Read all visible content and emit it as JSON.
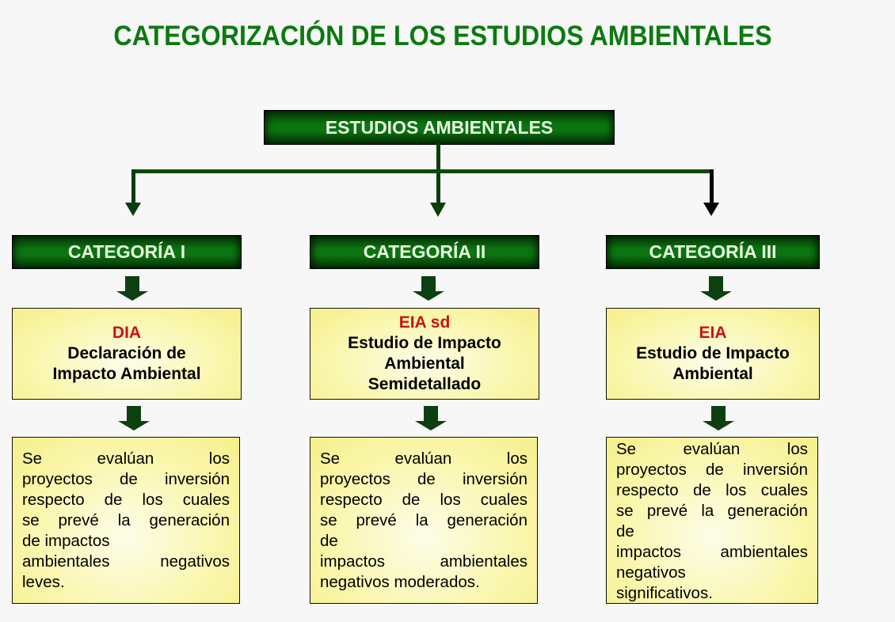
{
  "title": "CATEGORIZACIÓN DE LOS ESTUDIOS AMBIENTALES",
  "root": {
    "label": "ESTUDIOS AMBIENTALES"
  },
  "colors": {
    "title_green": "#0b7a10",
    "box_green": "#0b7410",
    "box_yellow": "#faf7b0",
    "abbr_red": "#d01010",
    "connector": "#0a3d0a",
    "background": "#f7f7f7"
  },
  "categories": [
    {
      "label": "CATEGORÍA I",
      "document": {
        "abbr": "DIA",
        "name_lines": [
          "Declaración de",
          "Impacto Ambiental"
        ]
      },
      "description_lines": [
        {
          "words": [
            "Se",
            "evalúan",
            "los"
          ],
          "justify": true
        },
        {
          "words": [
            "proyectos",
            "de",
            "inversión"
          ],
          "justify": true
        },
        {
          "words": [
            "respecto",
            "de",
            "los",
            "cuales"
          ],
          "justify": true
        },
        {
          "words": [
            "se",
            "prevé",
            "la",
            "generación"
          ],
          "justify": true
        },
        {
          "words": [
            "de impactos"
          ],
          "justify": false
        },
        {
          "words": [
            "ambientales",
            "negativos"
          ],
          "justify": true
        },
        {
          "words": [
            "leves."
          ],
          "justify": false
        }
      ]
    },
    {
      "label": "CATEGORÍA II",
      "document": {
        "abbr": "EIA sd",
        "name_lines": [
          "Estudio de Impacto",
          "Ambiental",
          "Semidetallado"
        ]
      },
      "description_lines": [
        {
          "words": [
            "Se",
            "evalúan",
            "los"
          ],
          "justify": true
        },
        {
          "words": [
            "proyectos",
            "de",
            "inversión"
          ],
          "justify": true
        },
        {
          "words": [
            "respecto",
            "de",
            "los",
            "cuales"
          ],
          "justify": true
        },
        {
          "words": [
            "se",
            "prevé",
            "la",
            "generación"
          ],
          "justify": true
        },
        {
          "words": [
            "de"
          ],
          "justify": false
        },
        {
          "words": [
            "impactos",
            "ambientales"
          ],
          "justify": true
        },
        {
          "words": [
            "negativos moderados."
          ],
          "justify": false
        }
      ]
    },
    {
      "label": "CATEGORÍA III",
      "document": {
        "abbr": "EIA",
        "name_lines": [
          "Estudio de Impacto",
          "Ambiental"
        ]
      },
      "description_lines": [
        {
          "words": [
            "Se",
            "evalúan",
            "los"
          ],
          "justify": true
        },
        {
          "words": [
            "proyectos",
            "de",
            "inversión"
          ],
          "justify": true
        },
        {
          "words": [
            "respecto",
            "de",
            "los",
            "cuales"
          ],
          "justify": true
        },
        {
          "words": [
            "se",
            "prevé",
            "la",
            "generación"
          ],
          "justify": true
        },
        {
          "words": [
            "de"
          ],
          "justify": false
        },
        {
          "words": [
            "impactos",
            "ambientales"
          ],
          "justify": true
        },
        {
          "words": [
            "negativos"
          ],
          "justify": false
        },
        {
          "words": [
            "significativos."
          ],
          "justify": false
        }
      ]
    }
  ]
}
